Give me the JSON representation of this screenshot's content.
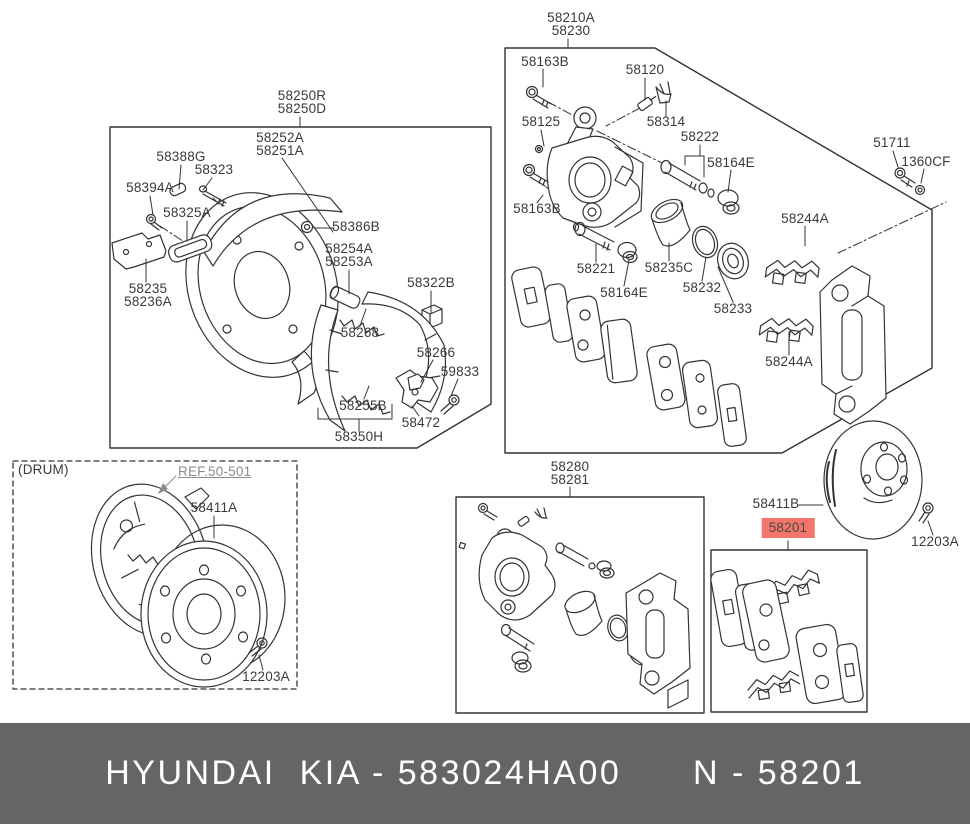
{
  "colors": {
    "highlight_bg": "#f4756a",
    "highlight_text": "#4a4a4a",
    "banner_bg": "#656565",
    "banner_text": "#ffffff",
    "line": "#333333",
    "ref_link_gray": "#8c8c8c"
  },
  "banner": {
    "text": "HYUNDAI  KIA - 583024HA00      N - 58201"
  },
  "labels": {
    "assy_58250": "58250R\n58250D",
    "part_58252a": "58252A\n58251A",
    "part_58388g": "58388G",
    "part_58323": "58323",
    "part_58394a": "58394A",
    "part_58325a": "58325A",
    "part_58386b": "58386B",
    "part_58254a": "58254A\n58253A",
    "part_58235": "58235\n58236A",
    "part_58322b": "58322B",
    "part_58268": "58268",
    "part_58266": "58266",
    "part_59833": "59833",
    "part_58255b": "58255B",
    "part_58472": "58472",
    "part_58350h": "58350H",
    "assy_58210": "58210A\n58230",
    "part_58163b_top": "58163B",
    "part_58120": "58120",
    "part_58125": "58125",
    "part_58314": "58314",
    "part_58222": "58222",
    "part_58164e_upper": "58164E",
    "part_51711": "51711",
    "part_1360cf": "1360CF",
    "part_58163b_bottom": "58163B",
    "part_58221": "58221",
    "part_58164e_lower": "58164E",
    "part_58235c": "58235C",
    "part_58232": "58232",
    "part_58233": "58233",
    "part_58244a_top": "58244A",
    "part_58244a_bottom": "58244A",
    "drum_note": "(DRUM)",
    "ref_link": "REF.50-501",
    "part_58411a": "58411A",
    "part_12203a_left": "12203A",
    "assy_58280": "58280\n58281",
    "part_58411b": "58411B",
    "part_58201": "58201",
    "part_12203a_right": "12203A"
  }
}
